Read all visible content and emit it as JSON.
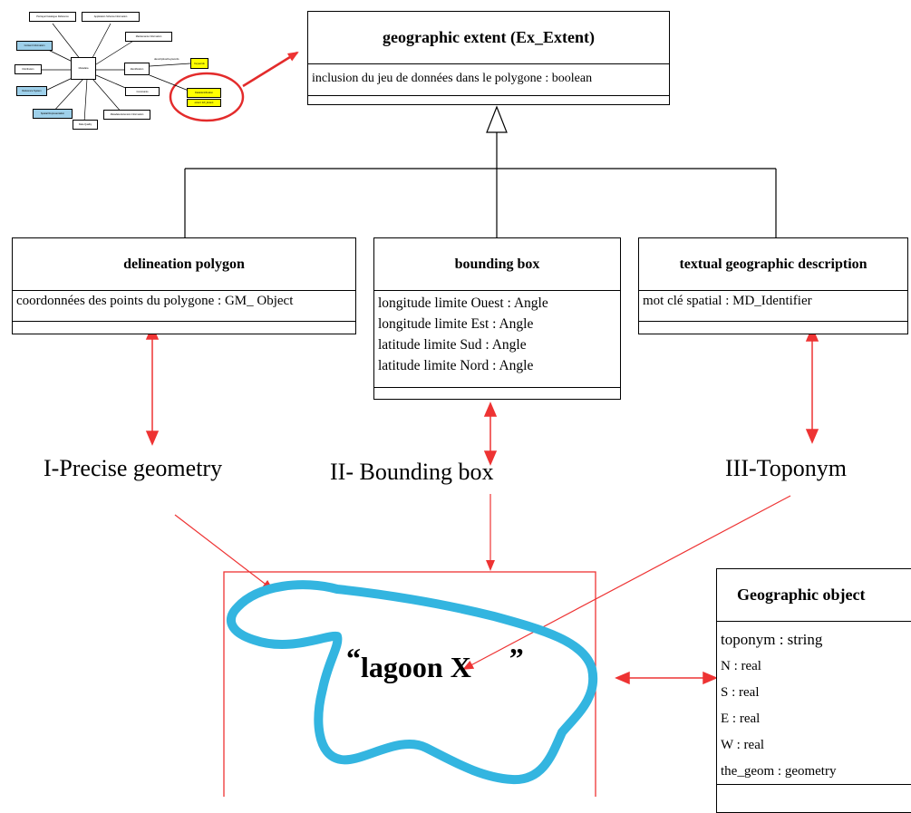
{
  "thumbnail": {
    "boxes": [
      {
        "label": "Portrayal Catalogue Reference",
        "fill": "#ffffff"
      },
      {
        "label": "Application Schema Information",
        "fill": "#ffffff"
      },
      {
        "label": "Content Information",
        "fill": "#9ed0ea"
      },
      {
        "label": "Maintenance Information",
        "fill": "#ffffff"
      },
      {
        "label": "Distribution",
        "fill": "#ffffff"
      },
      {
        "label": "Metadata",
        "fill": "#ffffff"
      },
      {
        "label": "Identification",
        "fill": "#ffffff"
      },
      {
        "label": "Keywords",
        "fill": "#ffff00"
      },
      {
        "label": "Reference System",
        "fill": "#9ed0ea"
      },
      {
        "label": "Constraints",
        "fill": "#ffffff"
      },
      {
        "label": "Spatial Representation",
        "fill": "#9ed0ea"
      },
      {
        "label": "Data Quality",
        "fill": "#ffffff"
      },
      {
        "label": "Metadata Extension Information",
        "fill": "#ffffff"
      },
      {
        "label": "DataIdentification",
        "fill": "#ffff00"
      },
      {
        "label": "extent: EX_Extent",
        "fill": "#ffff00"
      }
    ],
    "edge_label": "descriptiveKeywords"
  },
  "ex_extent": {
    "title": "geographic extent (Ex_Extent)",
    "attributes": [
      "inclusion du jeu de données dans le polygone :  boolean"
    ]
  },
  "delineation": {
    "title": "delineation polygon",
    "attributes": [
      "coordonnées des points du polygone : GM_ Object"
    ]
  },
  "bbox": {
    "title": "bounding box",
    "attributes": [
      "longitude limite Ouest : Angle",
      "longitude limite Est : Angle",
      "latitude limite Sud : Angle",
      "latitude limite Nord : Angle"
    ]
  },
  "textual": {
    "title": "textual geographic description",
    "attributes": [
      "mot clé spatial : MD_Identifier"
    ]
  },
  "labels": {
    "precise": "I-Precise geometry",
    "bounding": "II- Bounding box",
    "toponym": "III-Toponym"
  },
  "lagoon": {
    "open_quote": "“",
    "name": "lagoon X",
    "close_quote": "”"
  },
  "geo_object": {
    "title": "Geographic object",
    "attributes": [
      "toponym   : string",
      "N : real",
      "S : real",
      "E : real",
      "W : real",
      "the_geom : geometry"
    ]
  },
  "colors": {
    "arrow_red": "#ee3333",
    "lagoon_blue": "#33b5e0",
    "thumb_yellow": "#ffff00",
    "thumb_blue": "#9ed0ea"
  }
}
